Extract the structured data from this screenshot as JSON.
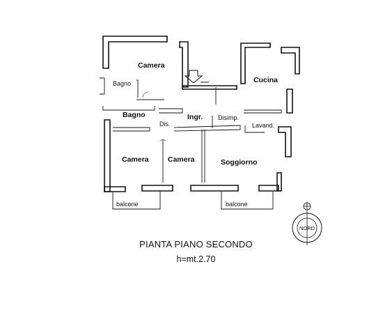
{
  "rooms": {
    "camera_top": "Camera",
    "bagno_small": "Bagno",
    "bagno": "Bagno",
    "dis": "Dis.",
    "ingr": "Ingr.",
    "disimp": "Disimp.",
    "cucina": "Cucina",
    "lavand": "Lavand.",
    "camera_left": "Camera",
    "camera_mid": "Camera",
    "soggiorno": "Soggiorno",
    "balcone_left": "balcone",
    "balcone_right": "balcone"
  },
  "compass": {
    "label": "NORD"
  },
  "title": "PIANTA PIANO SECONDO",
  "height_note": "h=mt.2.70"
}
